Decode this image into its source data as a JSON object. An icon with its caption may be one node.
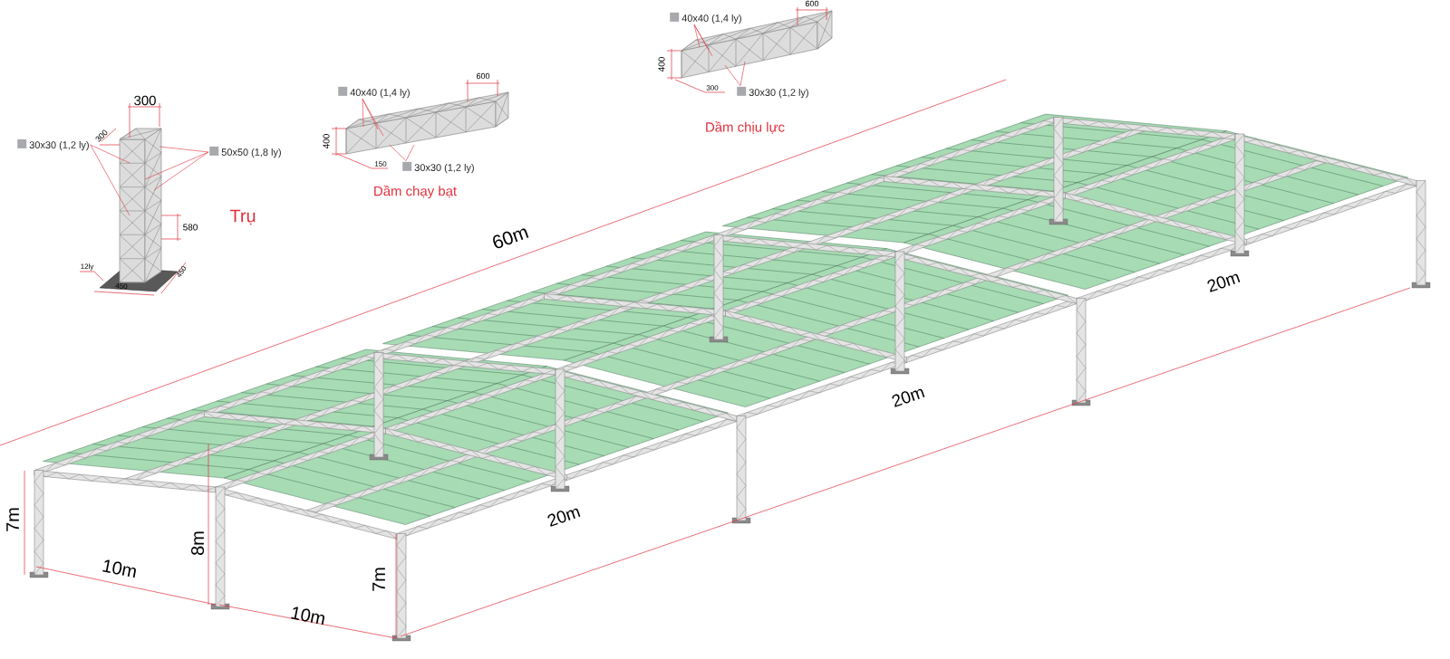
{
  "diagram": {
    "nodes": [
      {
        "text": [
          "30x30 (1,2 ly)"
        ]
      },
      {
        "text": [
          "50x50 (1,8 ly)"
        ]
      },
      {
        "text": [
          "40x40 (1,4 ly)"
        ]
      },
      {
        "text": [
          "30x30 (1,2 ly)"
        ]
      },
      {
        "text": [
          "40x40 (1,4 ly)"
        ]
      },
      {
        "text": [
          "30x30 (1,2 ly)"
        ]
      },
      {
        "text": [],
        "shape": "picture"
      },
      {
        "text": [],
        "shape": "picture"
      },
      {
        "text": [],
        "shape": "picture"
      }
    ],
    "edges": [
      {
        "from": 0,
        "to": 6,
        "arrow": "none"
      },
      {
        "from": 0,
        "to": 6,
        "arrow": "none"
      },
      {
        "from": 1,
        "to": 6,
        "arrow": "none"
      },
      {
        "from": 1,
        "to": 6,
        "arrow": "none"
      },
      {
        "from": 1,
        "to": 6,
        "arrow": "none"
      },
      {
        "from": 2,
        "to": 7,
        "arrow": "none"
      },
      {
        "from": 2,
        "to": 7,
        "arrow": "none"
      },
      {
        "from": 2,
        "to": 7,
        "arrow": "none"
      },
      {
        "from": 3,
        "to": 7,
        "arrow": "none"
      },
      {
        "from": 3,
        "to": 7,
        "arrow": "none"
      },
      {
        "from": 4,
        "to": 8,
        "arrow": "none"
      },
      {
        "from": 4,
        "to": 8,
        "arrow": "none"
      },
      {
        "from": 4,
        "to": 8,
        "arrow": "none"
      },
      {
        "from": 5,
        "to": 8,
        "arrow": "none"
      },
      {
        "from": 5,
        "to": 8,
        "arrow": "none"
      }
    ],
    "labels": [
      "300",
      "300",
      "580",
      "12ly",
      "450",
      "450",
      "Trụ",
      "600",
      "400",
      "150",
      "Dầm chạy bạt",
      "600",
      "400",
      "300",
      "Dầm chịu lực",
      "60m",
      "7m",
      "8m",
      "10m",
      "10m",
      "7m",
      "20m",
      "20m",
      "20m"
    ]
  }
}
